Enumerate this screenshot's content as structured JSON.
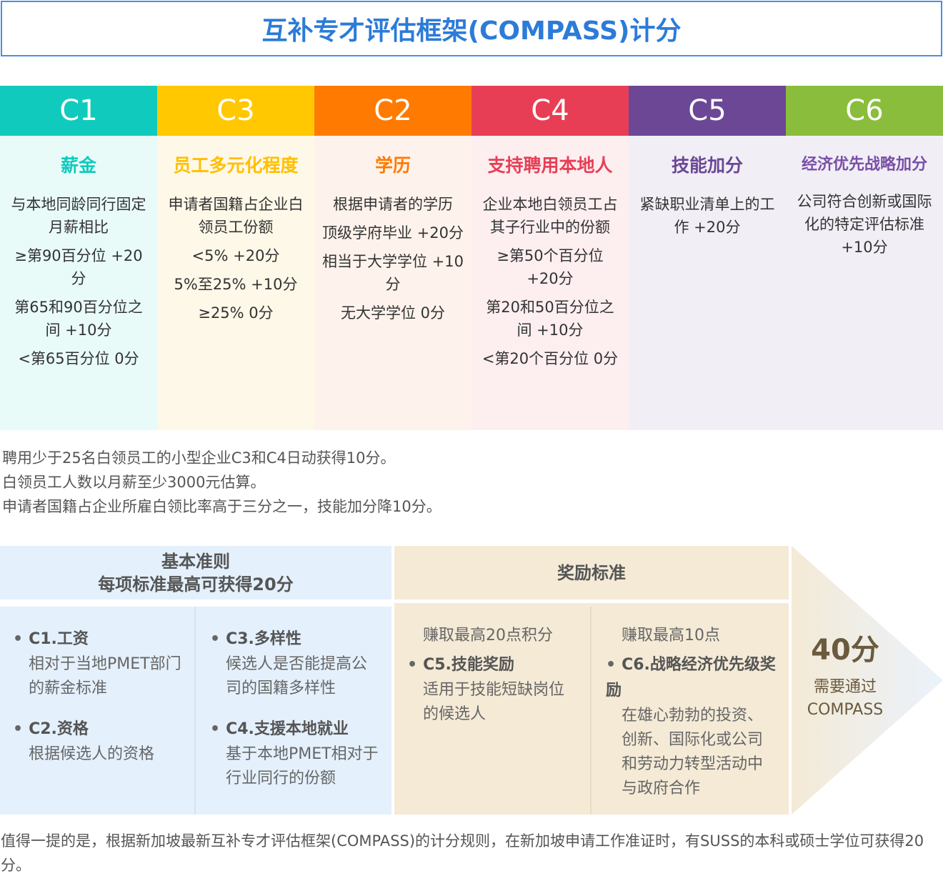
{
  "title": "互补专才评估框架(COMPASS)计分",
  "colors": {
    "c1": "#10cbbd",
    "c3": "#ffc800",
    "c2": "#ff7a00",
    "c4": "#e83e55",
    "c5": "#6c4796",
    "c6": "#8abd3c"
  },
  "columns": [
    {
      "code": "C1",
      "title": "薪金",
      "lines": [
        "与本地同龄同行固定月薪相比",
        "≥第90百分位 +20分",
        "第65和90百分位之间 +10分",
        "<第65百分位 0分"
      ]
    },
    {
      "code": "C3",
      "title": "员工多元化程度",
      "lines": [
        "申请者国籍占企业白领员工份额",
        "<5% +20分",
        "5%至25% +10分",
        "≥25% 0分"
      ]
    },
    {
      "code": "C2",
      "title": "学历",
      "lines": [
        "根据申请者的学历",
        "顶级学府毕业 +20分",
        "相当于大学学位 +10分",
        "无大学学位 0分"
      ]
    },
    {
      "code": "C4",
      "title": "支持聘用本地人",
      "lines": [
        "企业本地白领员工占其子行业中的份额",
        "≥第50个百分位 +20分",
        "第20和50百分位之间 +10分",
        "<第20个百分位 0分"
      ]
    },
    {
      "code": "C5",
      "title": "技能加分",
      "lines": [
        "紧缺职业清单上的工作 +20分"
      ]
    },
    {
      "code": "C6",
      "title": "经济优先战略加分",
      "lines": [
        "公司符合创新或国际化的特定评估标准 +10分"
      ]
    }
  ],
  "notes": [
    "聘用少于25名白领员工的小型企业C3和C4日动获得10分。",
    "白领员工人数以月薪至少3000元估算。",
    "申请者国籍占企业所雇白领比率高于三分之一，技能加分降10分。"
  ],
  "basic": {
    "title1": "基本准则",
    "title2": "每项标准最高可获得20分",
    "left": [
      {
        "b": "C1.工资",
        "t": "相对于当地PMET部门的薪金标准"
      },
      {
        "b": "C2.资格",
        "t": "根据候选人的资格"
      }
    ],
    "right": [
      {
        "b": "C3.多样性",
        "t": "候选人是否能提高公司的国籍多样性"
      },
      {
        "b": "C4.支援本地就业",
        "t": "基于本地PMET相对于行业同行的份额"
      }
    ]
  },
  "bonus": {
    "title": "奖励标准",
    "left": {
      "p": "赚取最高20点积分",
      "b": "C5.技能奖励",
      "t": "适用于技能短缺岗位的候选人"
    },
    "right": {
      "p": "赚取最高10点",
      "b": "C6.战略经济优先级奖励",
      "t": "在雄心勃勃的投资、创新、国际化或公司和劳动力转型活动中与政府合作"
    }
  },
  "result": {
    "score": "40分",
    "line1": "需要通过",
    "line2": "COMPASS"
  },
  "footer": "值得一提的是，根据新加坡最新互补专才评估框架(COMPASS)的计分规则，在新加坡申请工作准证时，有SUSS的本科或硕士学位可获得20分。"
}
